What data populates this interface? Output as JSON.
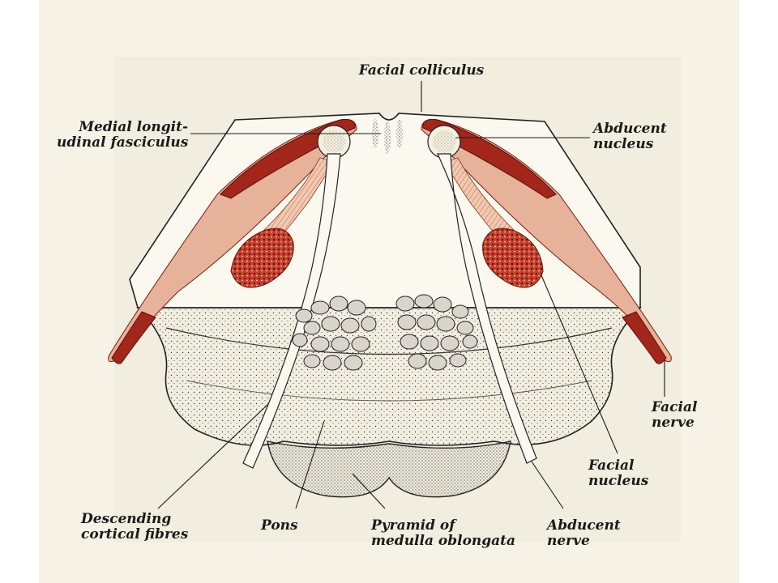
{
  "labels": {
    "facial_colliculus": "Facial colliculus",
    "medial_longitudinal_fasciculus": [
      "Medial longit-",
      "udinal fasciculus"
    ],
    "abducent_nucleus": [
      "Abducent",
      "nucleus"
    ],
    "facial_nerve": [
      "Facial",
      "nerve"
    ],
    "facial_nucleus": [
      "Facial",
      "nucleus"
    ],
    "descending_cortical_fibres": [
      "Descending",
      "cortical fibres"
    ],
    "pons": "Pons",
    "pyramid_of_medulla": [
      "Pyramid of",
      "medulla oblongata"
    ],
    "abducent_nerve": [
      "Abducent",
      "nerve"
    ]
  },
  "colors": {
    "nerve_red": "#a3261b",
    "nerve_pink": "#e7b29a",
    "outline": "#222222",
    "stipple": "#3a3a3a",
    "paper": "#f6f2e6"
  }
}
